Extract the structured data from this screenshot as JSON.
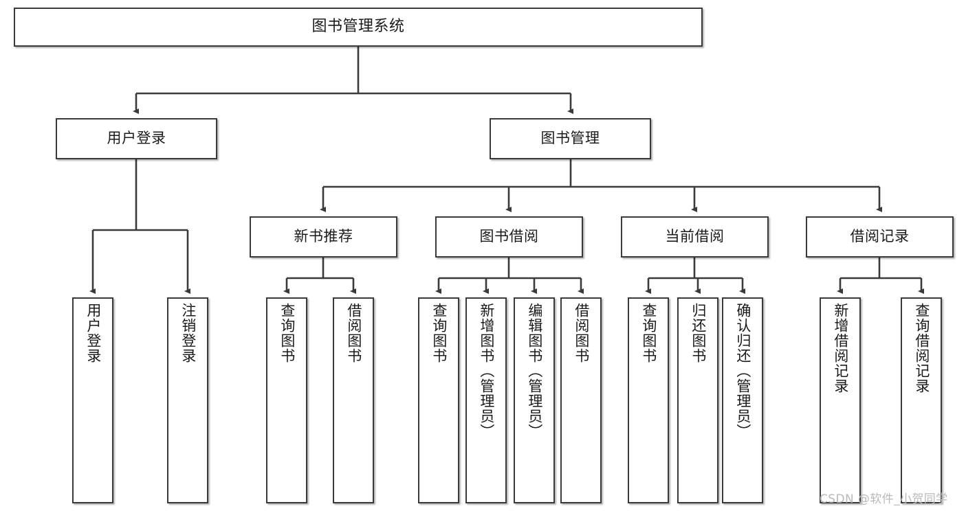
{
  "diagram": {
    "title": "图书管理系统",
    "root": {
      "label": "图书管理系统"
    },
    "level1": [
      {
        "label": "用户登录"
      },
      {
        "label": "图书管理"
      }
    ],
    "level2": [
      {
        "label": "新书推荐"
      },
      {
        "label": "图书借阅"
      },
      {
        "label": "当前借阅"
      },
      {
        "label": "借阅记录"
      }
    ],
    "leaves": {
      "user_login": [
        {
          "label": "用户登录"
        },
        {
          "label": "注销登录"
        }
      ],
      "new_book_recommend": [
        {
          "label": "查询图书"
        },
        {
          "label": "借阅图书"
        }
      ],
      "book_borrow": [
        {
          "label": "查询图书"
        },
        {
          "label": "新增图书（管理员）"
        },
        {
          "label": "编辑图书（管理员）"
        },
        {
          "label": "借阅图书"
        }
      ],
      "current_borrow": [
        {
          "label": "查询图书"
        },
        {
          "label": "归还图书"
        },
        {
          "label": "确认归还（管理员）"
        }
      ],
      "borrow_record": [
        {
          "label": "新增借阅记录"
        },
        {
          "label": "查询借阅记录"
        }
      ]
    }
  },
  "watermark": {
    "text": "CSDN @软件_小贺同学"
  },
  "colors": {
    "border": "#3a3a3a",
    "background": "#ffffff",
    "text": "#1a1a1a",
    "connector": "#3a3a3a",
    "watermark": "#b9b9b9"
  }
}
